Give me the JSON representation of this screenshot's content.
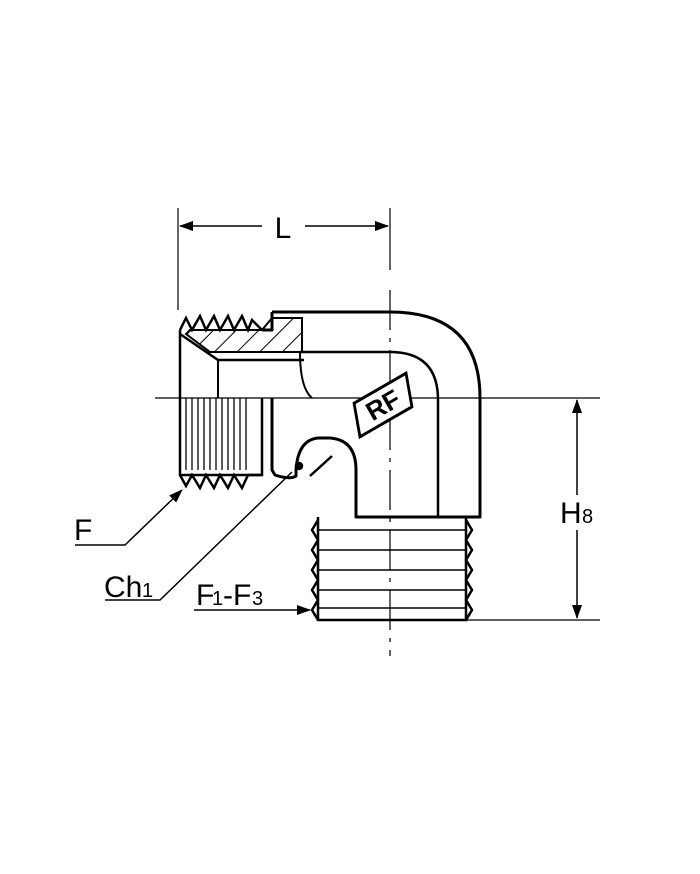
{
  "labels": {
    "length": "L",
    "height_main": "H",
    "height_sub": "8",
    "thread_female": "F",
    "chamfer_main": "Ch",
    "chamfer_sub": "1",
    "thread_male_1": "F",
    "thread_male_1_sub": "1",
    "thread_dash": "-F",
    "thread_male_2_sub": "3",
    "logo": "RF"
  },
  "colors": {
    "line": "#000000",
    "background": "#ffffff"
  }
}
